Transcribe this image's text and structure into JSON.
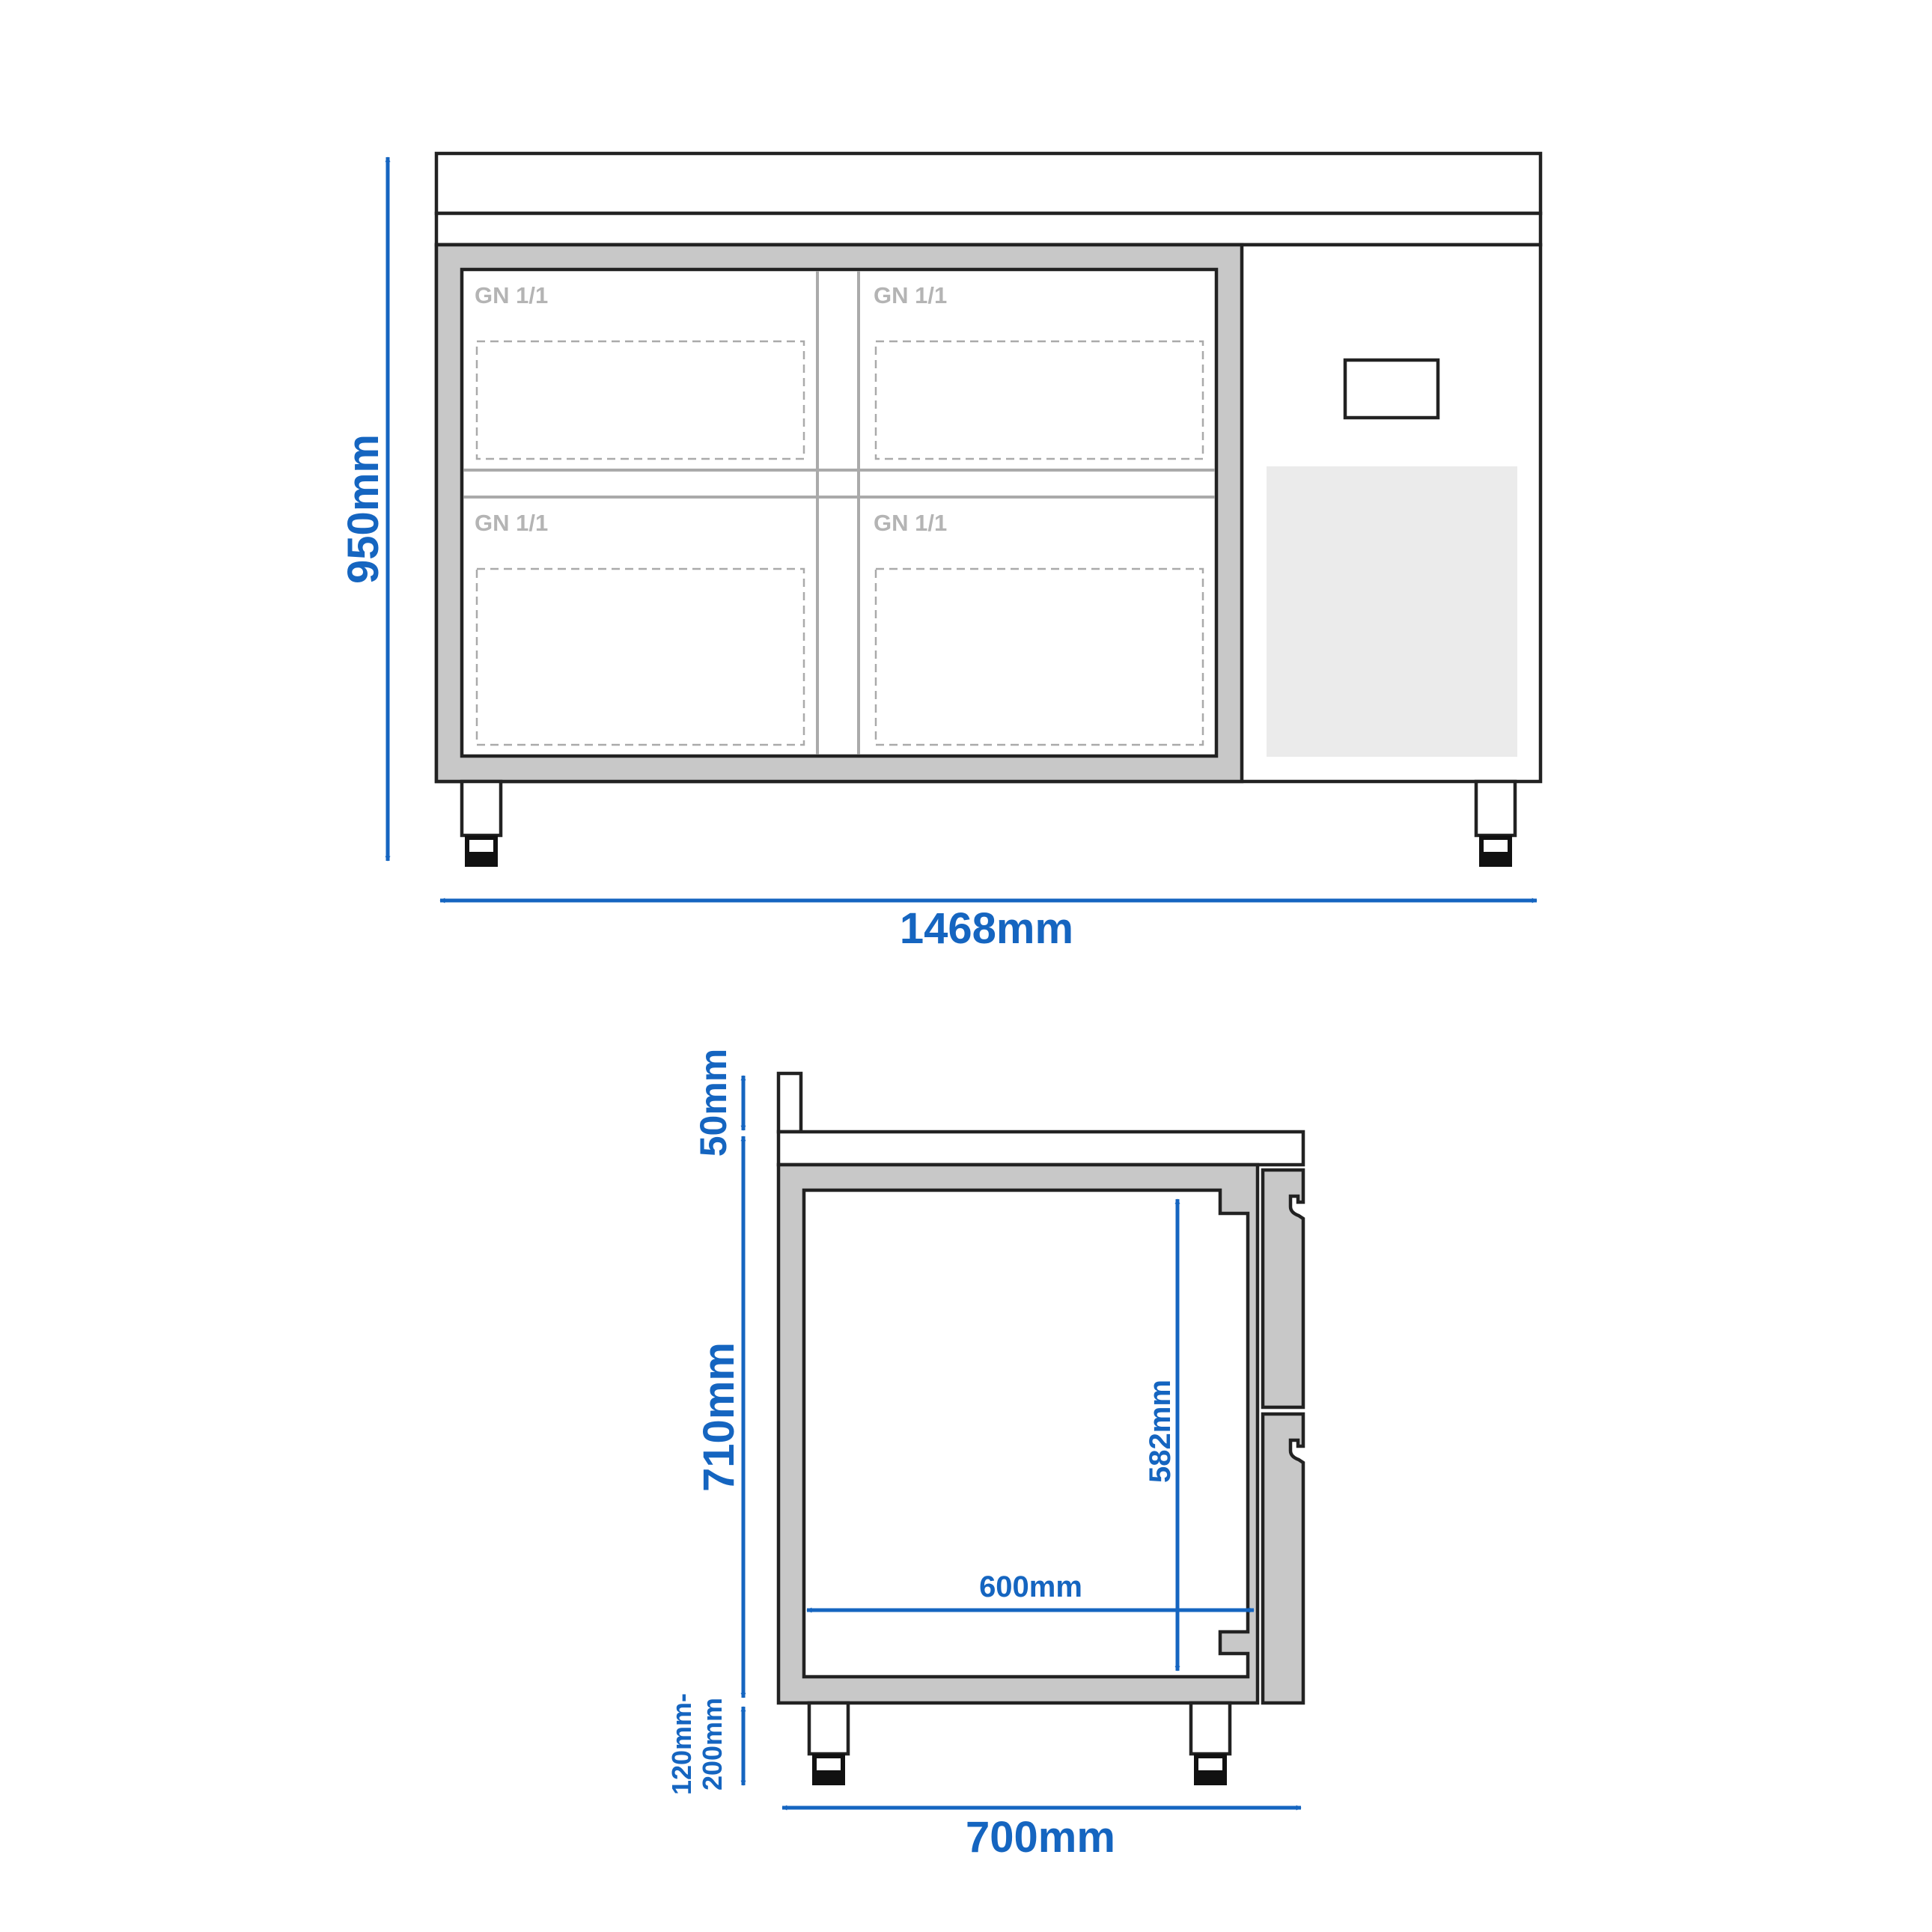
{
  "front_view": {
    "gn_labels": [
      "GN 1/1",
      "GN 1/1",
      "GN 1/1",
      "GN 1/1"
    ],
    "dimensions": {
      "height": "950mm",
      "width": "1468mm"
    }
  },
  "side_view": {
    "dimensions": {
      "upstand": "50mm",
      "body_height": "710mm",
      "legs_line1": "120mm-",
      "legs_line2": "200mm",
      "depth": "700mm",
      "inner_width": "600mm",
      "inner_height": "582mm"
    }
  },
  "colors": {
    "dimension": "#1565c0",
    "outline": "#222222",
    "frame": "#c8c8c8"
  }
}
